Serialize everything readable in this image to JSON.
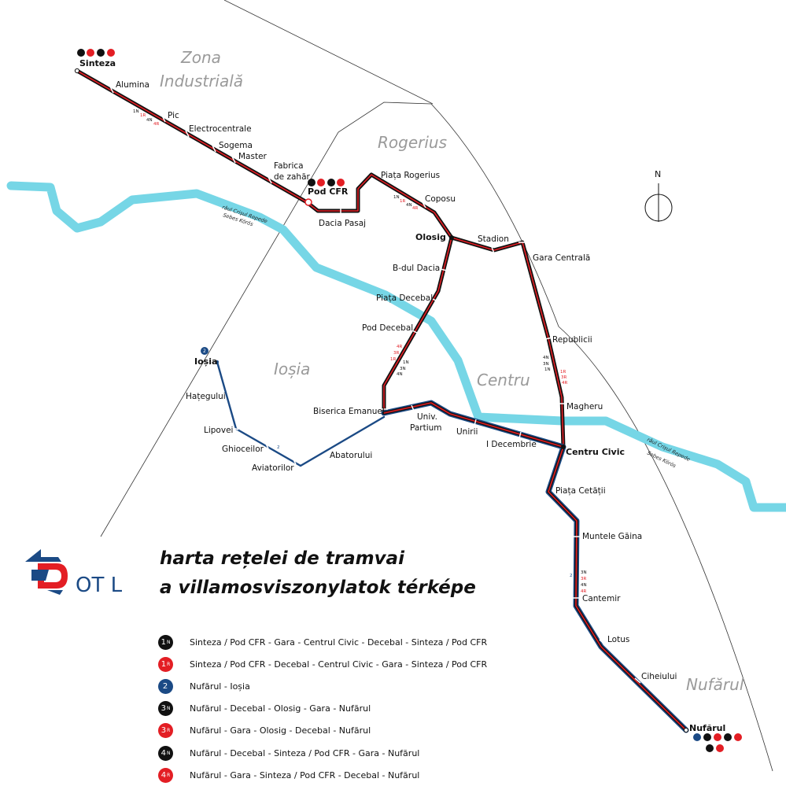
{
  "colors": {
    "line_black": "#111111",
    "line_red": "#e31e24",
    "line_blue": "#1b4a85",
    "river": "#76d6e6",
    "district": "#9a9a9a"
  },
  "title": {
    "line1": "harta rețelei de tramvai",
    "line2": "a villamosviszonylatok térképe"
  },
  "logo": {
    "text": "OT L",
    "icon": "otl-logo-icon"
  },
  "districts": {
    "zona_l1": "Zona",
    "zona_l2": "Industrială",
    "rogerius": "Rogerius",
    "iosia": "Ioșia",
    "centru": "Centru",
    "nufarul": "Nufărul"
  },
  "river": {
    "label1_ro": "râul Crișul Repede",
    "label1_hu": "Sebes Körös",
    "label2_ro": "râul Crișul Repede",
    "label2_hu": "Sebes Körös"
  },
  "compass": {
    "north": "N"
  },
  "stops": {
    "sinteza": "Sinteza",
    "alumina": "Alumina",
    "pic": "Pic",
    "electrocentrale": "Electrocentrale",
    "sogema": "Sogema",
    "master": "Master",
    "fabrica1": "Fabrica",
    "fabrica2": "de zahăr",
    "pod_cfr": "Pod CFR",
    "dacia_pasaj": "Dacia Pasaj",
    "piata_rogerius": "Piața Rogerius",
    "coposu": "Coposu",
    "olosig": "Olosig",
    "stadion": "Stadion",
    "gara_centrala": "Gara Centrală",
    "bdul_dacia": "B-dul Dacia",
    "piata_decebal": "Piața Decebal",
    "pod_decebal": "Pod Decebal",
    "republicii": "Republicii",
    "biserica_emanuel": "Biserica Emanuel",
    "univ1": "Univ.",
    "univ2": "Partium",
    "unirii": "Unirii",
    "i_decembrie": "I Decembrie",
    "magheru": "Magheru",
    "centru_civic": "Centru Civic",
    "piata_cetatii": "Piața Cetății",
    "muntele_gaina": "Muntele Găina",
    "cantemir": "Cantemir",
    "lotus": "Lotus",
    "ciheiului": "Ciheiului",
    "nufarul": "Nufărul",
    "iosia": "Ioșia",
    "hategului": "Hațegului",
    "lipovei": "Lipovei",
    "ghioceilor": "Ghioceilor",
    "aviatorilor": "Aviatorilor",
    "abatorului": "Abatorului"
  },
  "badges": {
    "b1n": "1N",
    "b1r": "1R",
    "b2": "2",
    "b3n": "3N",
    "b3r": "3R",
    "b4n": "4N",
    "b4r": "4R"
  },
  "legend": [
    {
      "num": "1",
      "sub": "N",
      "color": "#111111",
      "text": "Sinteza / Pod CFR - Gara - Centrul Civic - Decebal - Sinteza / Pod CFR"
    },
    {
      "num": "1",
      "sub": "R",
      "color": "#e31e24",
      "text": "Sinteza / Pod CFR - Decebal - Centrul Civic - Gara - Sinteza / Pod CFR"
    },
    {
      "num": "2",
      "sub": "",
      "color": "#1b4a85",
      "text": "Nufărul - Ioșia"
    },
    {
      "num": "3",
      "sub": "N",
      "color": "#111111",
      "text": "Nufărul - Decebal - Olosig - Gara - Nufărul"
    },
    {
      "num": "3",
      "sub": "R",
      "color": "#e31e24",
      "text": "Nufărul - Gara - Olosig - Decebal - Nufărul"
    },
    {
      "num": "4",
      "sub": "N",
      "color": "#111111",
      "text": "Nufărul - Decebal - Sinteza / Pod CFR - Gara - Nufărul"
    },
    {
      "num": "4",
      "sub": "R",
      "color": "#e31e24",
      "text": "Nufărul - Gara - Sinteza / Pod CFR - Decebal - Nufărul"
    }
  ]
}
